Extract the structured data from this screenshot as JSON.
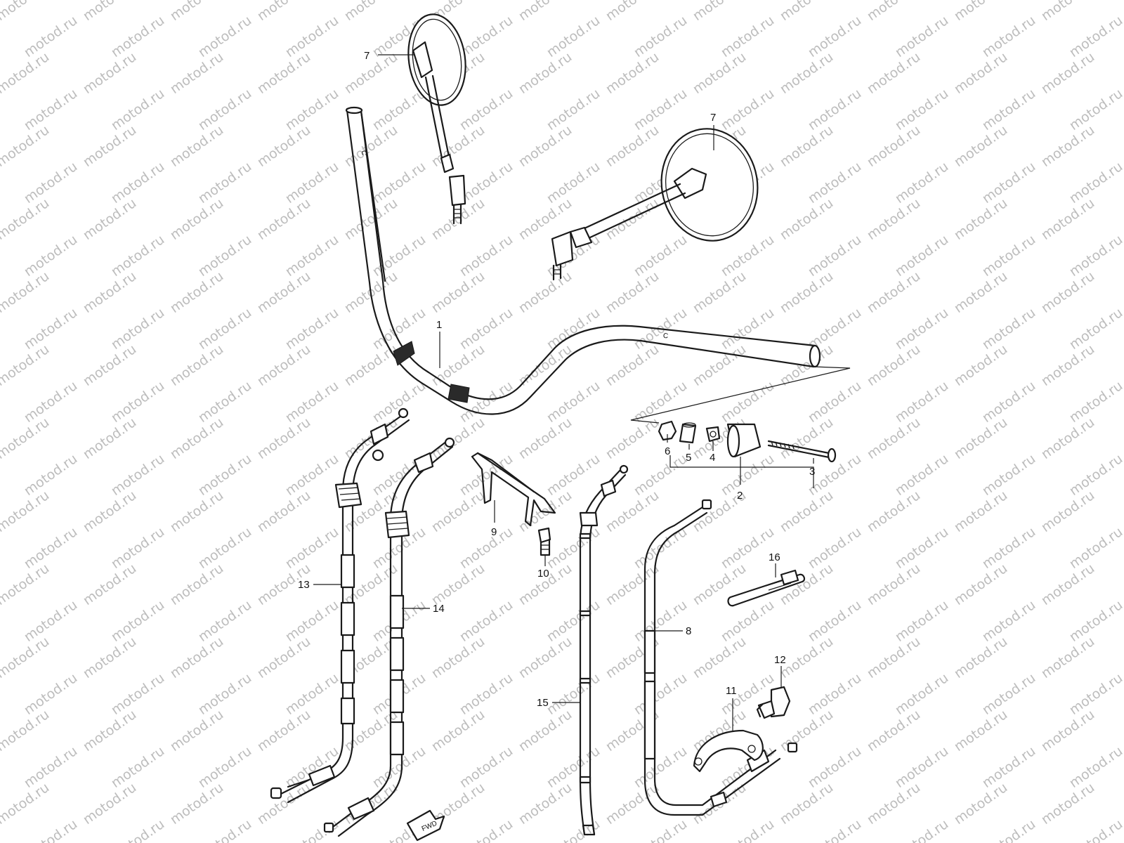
{
  "watermark": "motod.ru",
  "direction_badge": "FWD",
  "bar_marks": [
    "C",
    "C"
  ],
  "callouts": [
    "7",
    "7",
    "1",
    "6",
    "5",
    "4",
    "3",
    "2",
    "9",
    "10",
    "13",
    "14",
    "15",
    "8",
    "16",
    "11",
    "12"
  ]
}
